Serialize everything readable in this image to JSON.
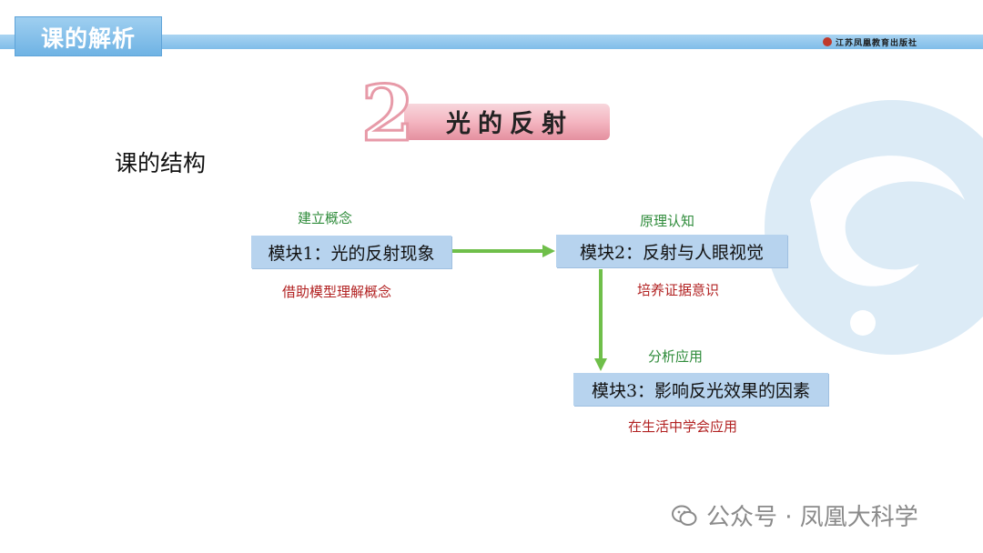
{
  "header": {
    "title": "课的解析",
    "publisher": "江苏凤凰教育出版社"
  },
  "chapter": {
    "number": "2",
    "title": "光的反射"
  },
  "section_heading": "课的结构",
  "modules": [
    {
      "label": "模块1：光的反射现象",
      "note_above": "建立概念",
      "note_below": "借助模型理解概念"
    },
    {
      "label": "模块2：反射与人眼视觉",
      "note_above": "原理认知",
      "note_below": "培养证据意识"
    },
    {
      "label": "模块3：影响反光效果的因素",
      "note_above": "分析应用",
      "note_below": "在生活中学会应用"
    }
  ],
  "watermark": "公众号 · 凤凰大科学",
  "colors": {
    "accent_blue": "#7fbde9",
    "module_fill": "#b7d3ee",
    "arrow_green": "#6fbf4a",
    "note_green": "#2e8b3a",
    "note_red": "#b22222",
    "badge_pink": "#e79aa8"
  }
}
